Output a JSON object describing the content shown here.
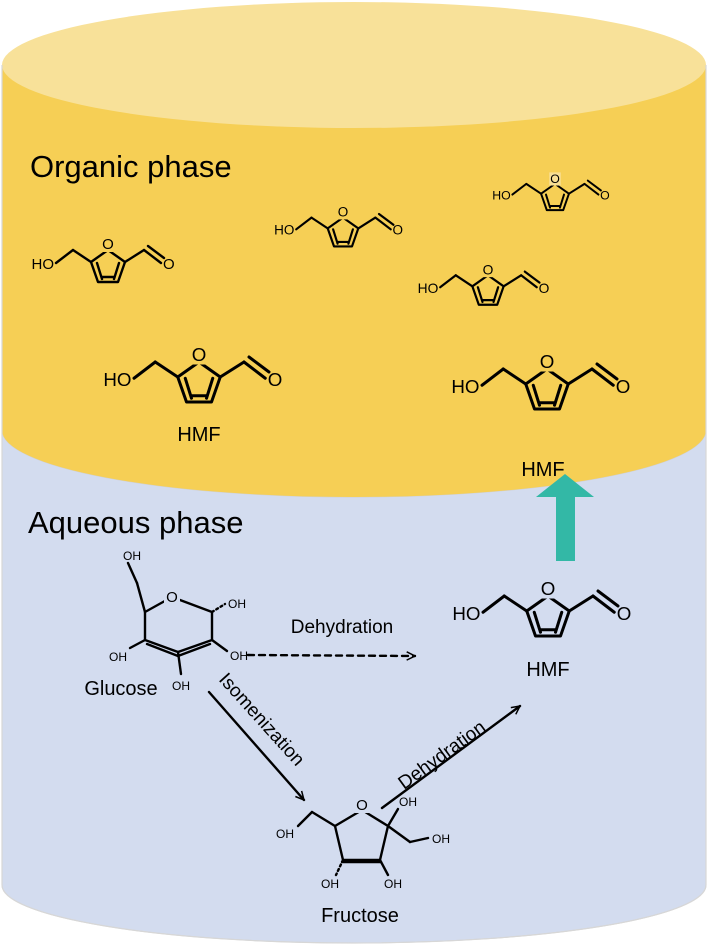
{
  "phases": {
    "organic": {
      "label": "Organic phase",
      "color": "#f6cf55"
    },
    "aqueous": {
      "label": "Aqueous phase",
      "color": "#d3dcef"
    }
  },
  "molecules": {
    "hmf_label": "HMF",
    "glucose_label": "Glucose",
    "fructose_label": "Fructose",
    "ho": "HO",
    "oh": "OH",
    "o": "O"
  },
  "reactions": {
    "glucose_dehydration": "Dehydration",
    "isomerization": "Isomenization",
    "fructose_dehydration": "Dehydration"
  },
  "colors": {
    "transfer_arrow": "#33b8a6",
    "cylinder_top": "#f8e199",
    "outline": "#d7d7d7"
  }
}
